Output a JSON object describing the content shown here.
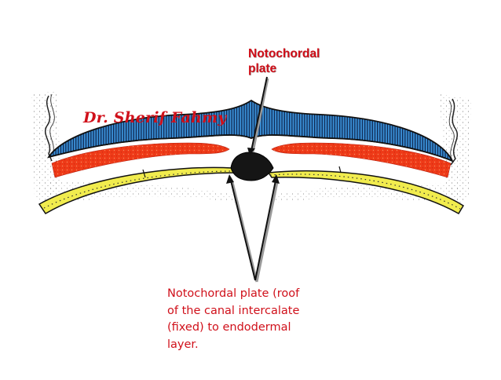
{
  "labels": {
    "top_label_line1": "Notochordal",
    "top_label_line2": "plate",
    "signature": "Dr. Sherif Fahmy",
    "caption_lines": [
      "Notochordal plate (roof",
      "of the canal intercalate",
      "(fixed) to endodermal",
      "layer."
    ]
  },
  "colors": {
    "ectoderm_blue": "#3a8fd6",
    "mesoderm_red": "#ee3a18",
    "endoderm_yellow": "#f1ec4e",
    "notochord_black": "#151515",
    "label_red": "#d0101a",
    "outline_black": "#111111"
  }
}
